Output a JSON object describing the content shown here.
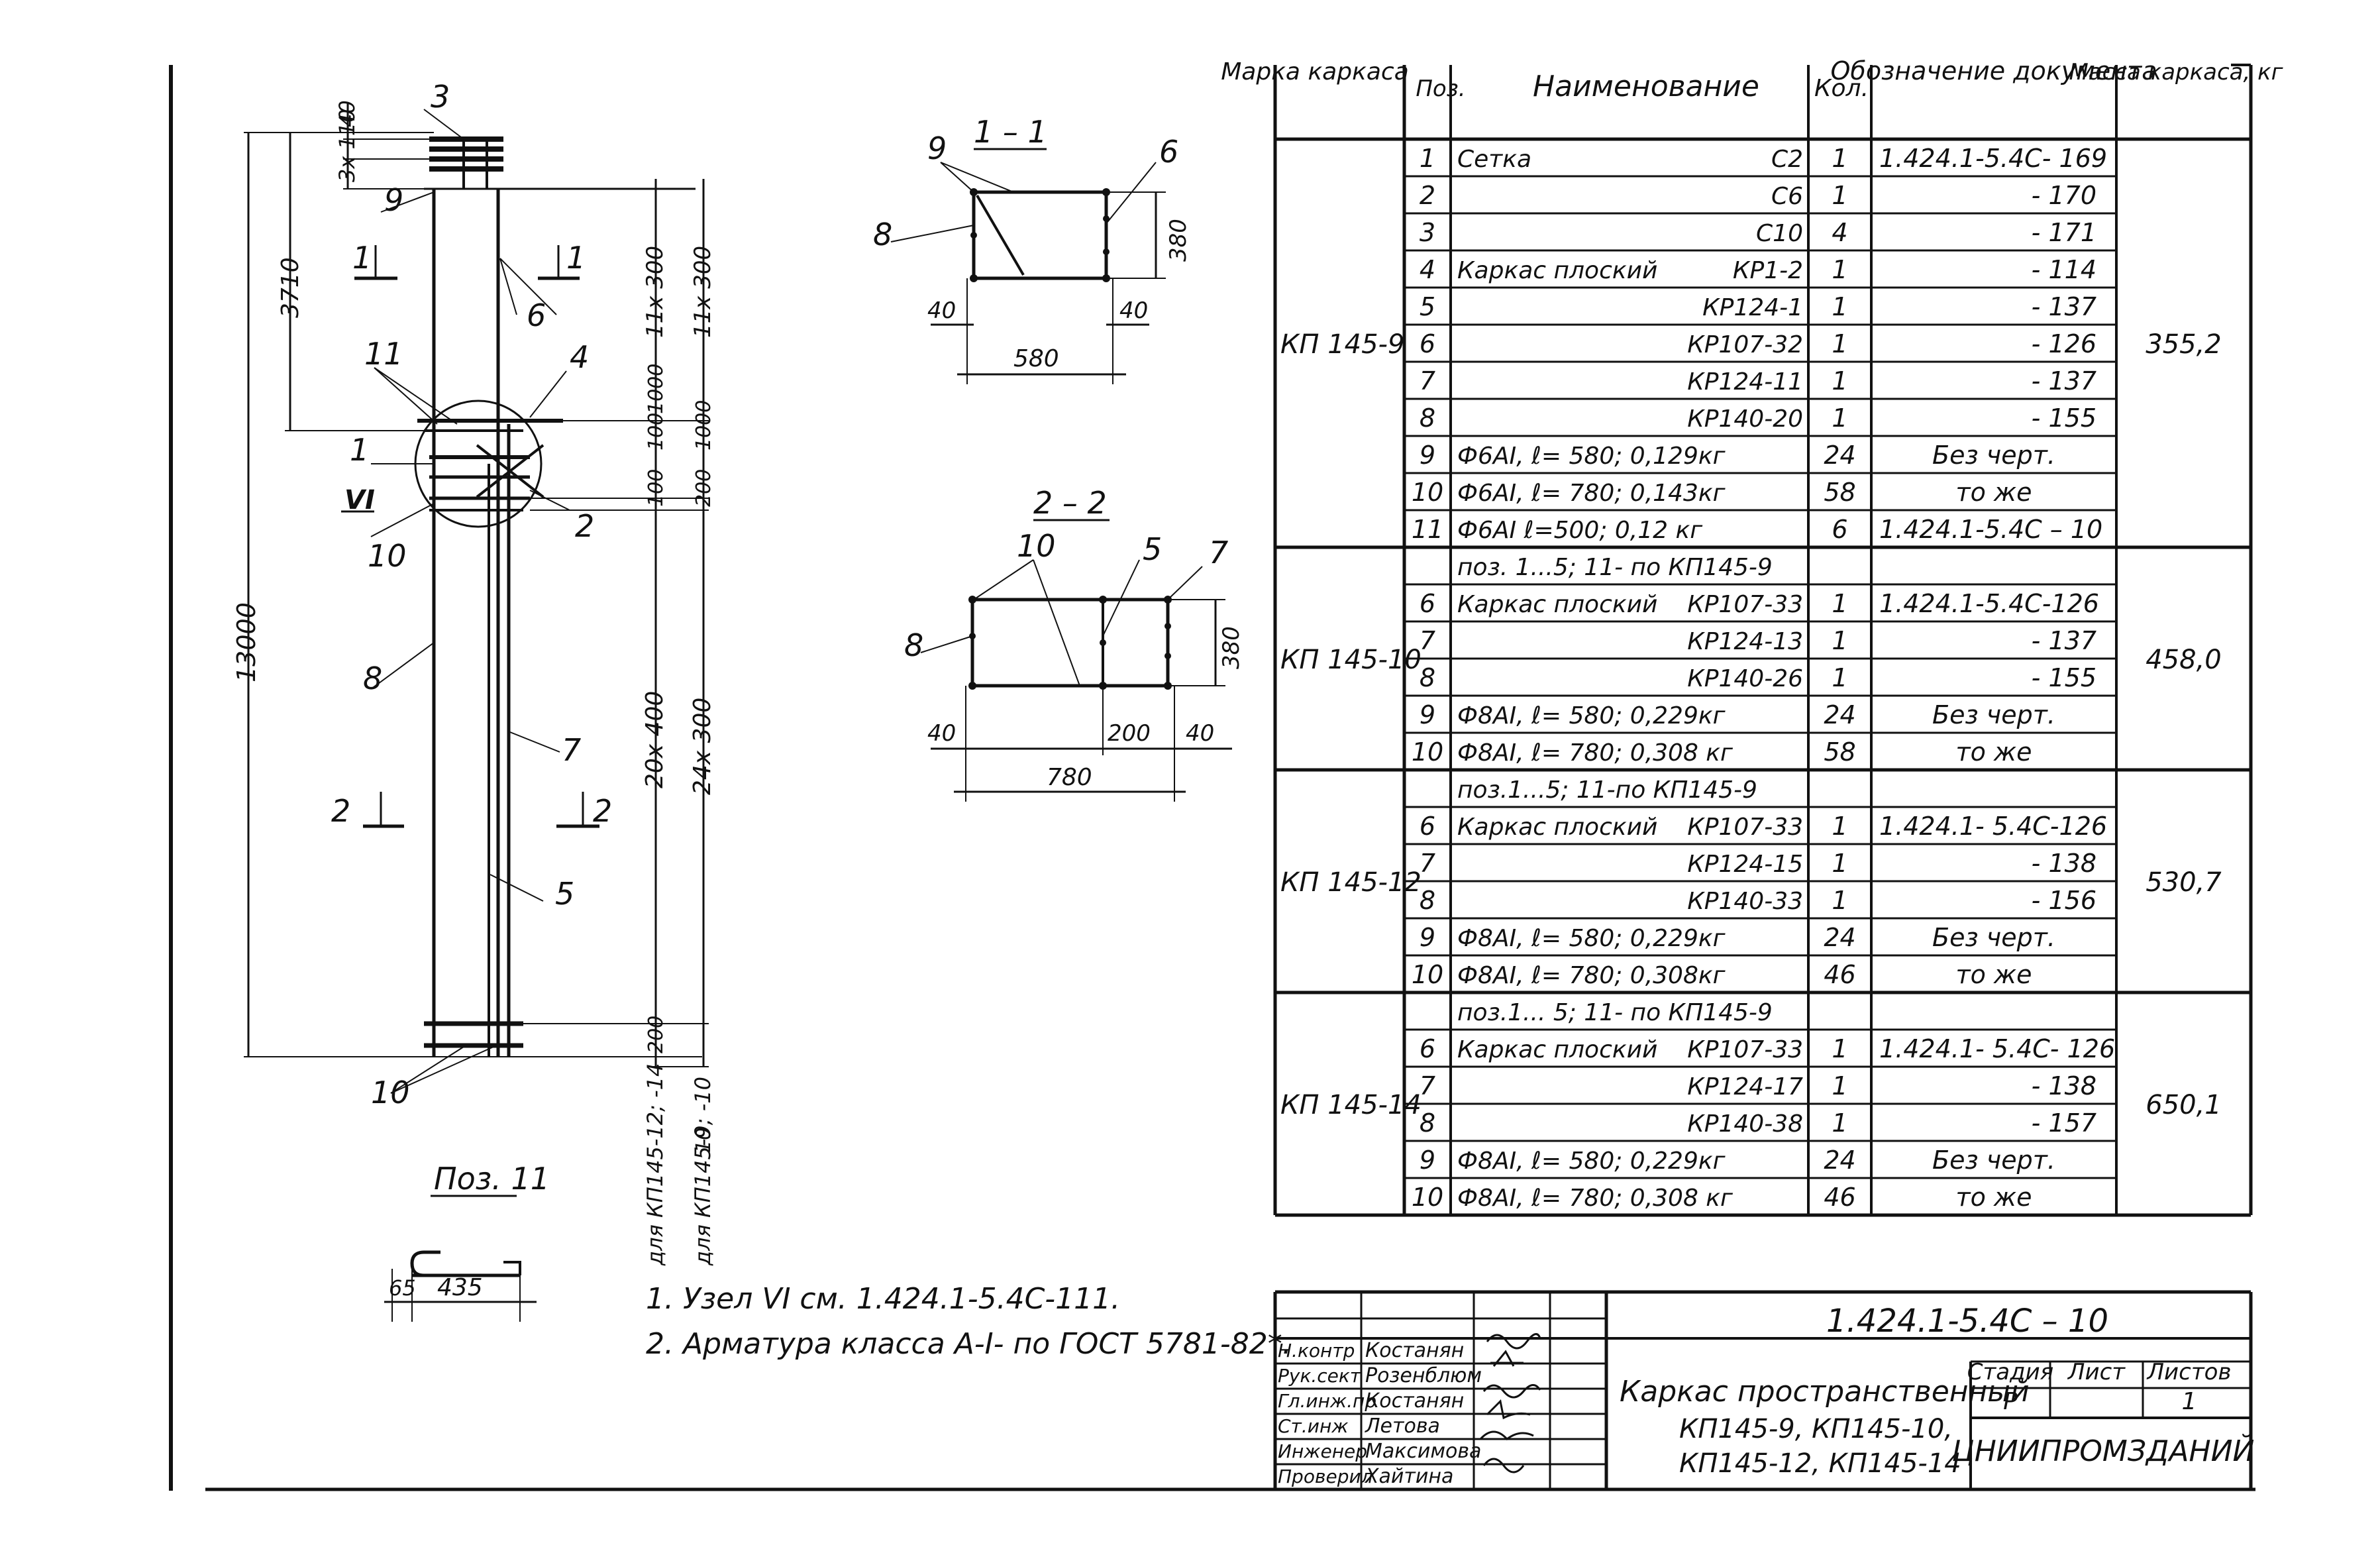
{
  "elevation": {
    "section_marks": [
      "1",
      "1",
      "2",
      "2"
    ],
    "callouts": [
      "3",
      "9",
      "11",
      "4",
      "6",
      "1",
      "VI",
      "10",
      "2",
      "8",
      "7",
      "5",
      "10"
    ],
    "dims_left": [
      "40",
      "3x 110",
      "3710",
      "13000"
    ],
    "dims_right": [
      "11x 300",
      "100",
      "1000",
      "100",
      "20x 400",
      "200",
      "11x 300",
      "1000",
      "200",
      "24x 300",
      "10"
    ],
    "vertical_labels": [
      "для КП145-12; -14",
      "для КП145-9; -10"
    ]
  },
  "section_1_1": {
    "title": "1 – 1",
    "callouts": [
      "9",
      "8",
      "6"
    ],
    "dims": [
      "380",
      "40",
      "40",
      "580"
    ]
  },
  "section_2_2": {
    "title": "2 – 2",
    "callouts": [
      "10",
      "5",
      "7",
      "8"
    ],
    "dims": [
      "380",
      "40",
      "200",
      "40",
      "780"
    ]
  },
  "poz11": {
    "title": "Поз. 11",
    "dims": [
      "65",
      "435"
    ]
  },
  "notes": [
    "1. Узел VI  см.  1.424.1-5.4С-111.",
    "2. Арматура класса А-I- по ГОСТ 5781-82*."
  ],
  "spec_table": {
    "headers": [
      "Марка каркаса",
      "Поз.",
      "Наименование",
      "Кол.",
      "Обозначение документа",
      "Масса каркаса, кг"
    ],
    "groups": [
      {
        "mark": "КП 145-9",
        "mass": "355,2",
        "rows": [
          [
            "1",
            "Сетка",
            "С2",
            "1",
            "1.424.1-5.4С- 169"
          ],
          [
            "2",
            "",
            "С6",
            "1",
            "- 170"
          ],
          [
            "3",
            "",
            "С10",
            "4",
            "- 171"
          ],
          [
            "4",
            "Каркас плоский",
            "КР1-2",
            "1",
            "- 114"
          ],
          [
            "5",
            "",
            "КР124-1",
            "1",
            "- 137"
          ],
          [
            "6",
            "",
            "КР107-32",
            "1",
            "- 126"
          ],
          [
            "7",
            "",
            "КР124-11",
            "1",
            "- 137"
          ],
          [
            "8",
            "",
            "КР140-20",
            "1",
            "- 155"
          ],
          [
            "9",
            "Ф6АI,  ℓ= 580;  0,129кг",
            "",
            "24",
            "Без черт."
          ],
          [
            "10",
            "Ф6АI,  ℓ= 780;  0,143кг",
            "",
            "58",
            "то же"
          ],
          [
            "11",
            "Ф6АI  ℓ=500;  0,12 кг",
            "",
            "6",
            "1.424.1-5.4С – 10"
          ]
        ]
      },
      {
        "mark": "КП 145-10",
        "mass": "458,0",
        "rows": [
          [
            "",
            "поз. 1...5;  11- по КП145-9",
            "",
            "",
            ""
          ],
          [
            "6",
            "Каркас плоский",
            "КР107-33",
            "1",
            "1.424.1-5.4С-126"
          ],
          [
            "7",
            "",
            "КР124-13",
            "1",
            "- 137"
          ],
          [
            "8",
            "",
            "КР140-26",
            "1",
            "- 155"
          ],
          [
            "9",
            "Ф8АI,  ℓ= 580;  0,229кг",
            "",
            "24",
            "Без черт."
          ],
          [
            "10",
            "Ф8АI,  ℓ= 780;  0,308 кг",
            "",
            "58",
            "то же"
          ]
        ]
      },
      {
        "mark": "КП 145-12",
        "mass": "530,7",
        "rows": [
          [
            "",
            "поз.1...5;  11-по КП145-9",
            "",
            "",
            ""
          ],
          [
            "6",
            "Каркас плоский",
            "КР107-33",
            "1",
            "1.424.1- 5.4С-126"
          ],
          [
            "7",
            "",
            "КР124-15",
            "1",
            "- 138"
          ],
          [
            "8",
            "",
            "КР140-33",
            "1",
            "- 156"
          ],
          [
            "9",
            "Ф8АI,  ℓ= 580;  0,229кг",
            "",
            "24",
            "Без черт."
          ],
          [
            "10",
            "Ф8АI,  ℓ= 780;  0,308кг",
            "",
            "46",
            "то же"
          ]
        ]
      },
      {
        "mark": "КП 145-14",
        "mass": "650,1",
        "rows": [
          [
            "",
            "поз.1... 5;  11- по КП145-9",
            "",
            "",
            ""
          ],
          [
            "6",
            "Каркас плоский",
            "КР107-33",
            "1",
            "1.424.1- 5.4С- 126"
          ],
          [
            "7",
            "",
            "КР124-17",
            "1",
            "- 138"
          ],
          [
            "8",
            "",
            "КР140-38",
            "1",
            "- 157"
          ],
          [
            "9",
            "Ф8АI,  ℓ= 580;  0,229кг",
            "",
            "24",
            "Без черт."
          ],
          [
            "10",
            "Ф8АI,  ℓ= 780;  0,308 кг",
            "",
            "46",
            "то же"
          ]
        ]
      }
    ]
  },
  "title_block": {
    "doc_code": "1.424.1-5.4С – 10",
    "title_line1": "Каркас пространственный",
    "title_line2": "КП145-9, КП145-10,",
    "title_line3": "КП145-12, КП145-14",
    "stage_label": "Стадия",
    "sheet_label": "Лист",
    "sheets_label": "Листов",
    "stage_value": "Р",
    "sheet_value": "",
    "sheets_value": "1",
    "org": "ЦНИИПРОМЗДАНИЙ",
    "staff": [
      {
        "role": "Н.контр",
        "name": "Костанян"
      },
      {
        "role": "Рук.сект",
        "name": "Розенблюм"
      },
      {
        "role": "Гл.инж.пр",
        "name": "Костанян"
      },
      {
        "role": "Ст.инж",
        "name": "Летова"
      },
      {
        "role": "Инженер",
        "name": "Максимова"
      },
      {
        "role": "Проверил",
        "name": "Хайтина"
      }
    ]
  }
}
